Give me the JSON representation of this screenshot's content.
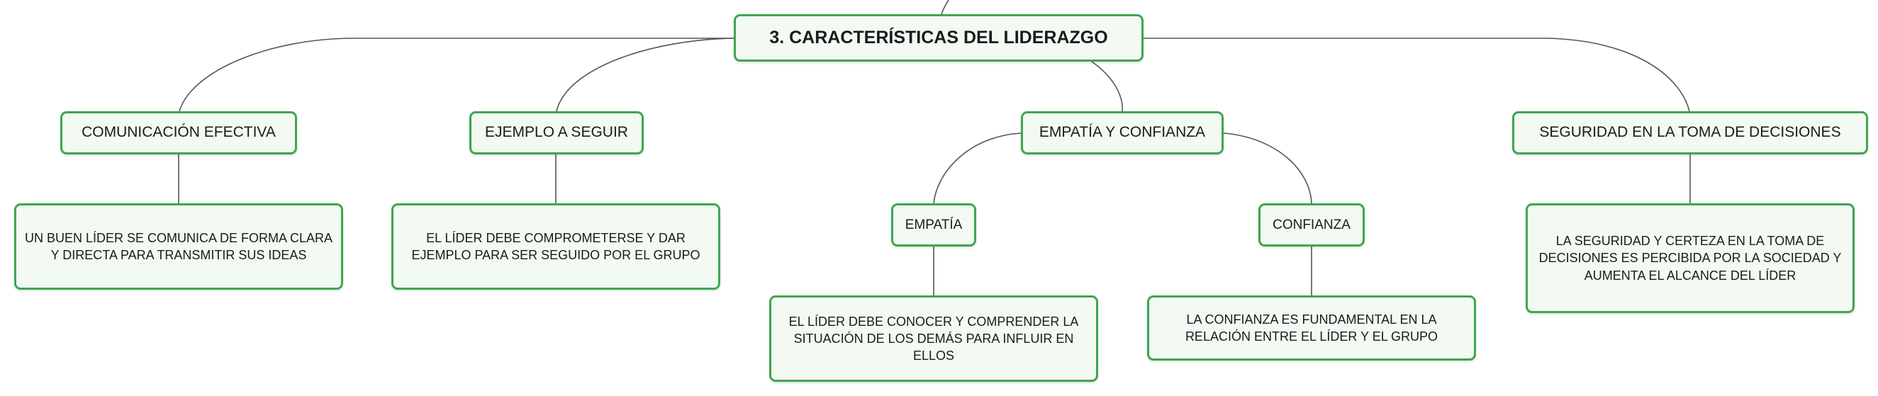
{
  "map": {
    "root": {
      "label": "3. CARACTERÍSTICAS DEL LIDERAZGO"
    },
    "branches": [
      {
        "label": "COMUNICACIÓN EFECTIVA",
        "detail": "UN BUEN LÍDER SE COMUNICA DE FORMA CLARA Y DIRECTA PARA TRANSMITIR SUS IDEAS"
      },
      {
        "label": "EJEMPLO A SEGUIR",
        "detail": "EL LÍDER DEBE COMPROMETERSE Y DAR EJEMPLO PARA SER SEGUIDO POR EL GRUPO"
      },
      {
        "label": "EMPATÍA Y CONFIANZA",
        "children": [
          {
            "label": "EMPATÍA",
            "detail": "EL LÍDER DEBE CONOCER Y COMPRENDER LA SITUACIÓN DE LOS DEMÁS PARA INFLUIR EN ELLOS"
          },
          {
            "label": "CONFIANZA",
            "detail": "LA CONFIANZA ES FUNDAMENTAL EN LA RELACIÓN ENTRE EL LÍDER Y EL GRUPO"
          }
        ]
      },
      {
        "label": "SEGURIDAD EN LA TOMA DE DECISIONES",
        "detail": "LA SEGURIDAD Y CERTEZA EN LA TOMA DE DECISIONES ES PERCIBIDA POR LA SOCIEDAD Y AUMENTA EL ALCANCE DEL LÍDER"
      }
    ]
  },
  "colors": {
    "border": "#3ea650",
    "fill": "#f3f9f3",
    "line": "#555555"
  }
}
